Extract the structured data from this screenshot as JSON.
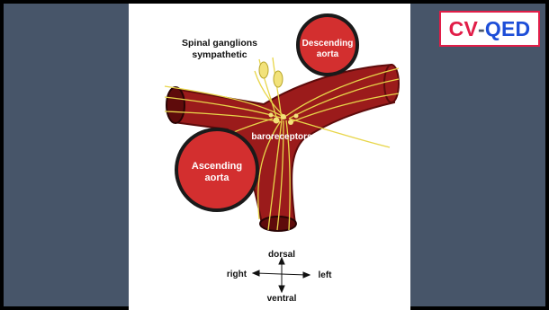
{
  "logo": {
    "part1": "CV",
    "dash": "-",
    "part2": "QED",
    "color_part1": "#e11d48",
    "color_part2": "#1d4ed8"
  },
  "figure": {
    "label_ganglia_line1": "Spinal ganglions",
    "label_ganglia_line2": "sympathetic",
    "label_descending_line1": "Descending",
    "label_descending_line2": "aorta",
    "label_ascending_line1": "Ascending",
    "label_ascending_line2": "aorta",
    "label_baroreceptors": "baroreceptors",
    "compass": {
      "dorsal": "dorsal",
      "ventral": "ventral",
      "right": "right",
      "left": "left"
    }
  },
  "colors": {
    "background": "#475569",
    "vessel": "#9b1b1b",
    "vessel_dark": "#5e0b0b",
    "nerve": "#e8d64a",
    "circle": "#d32f2f"
  }
}
